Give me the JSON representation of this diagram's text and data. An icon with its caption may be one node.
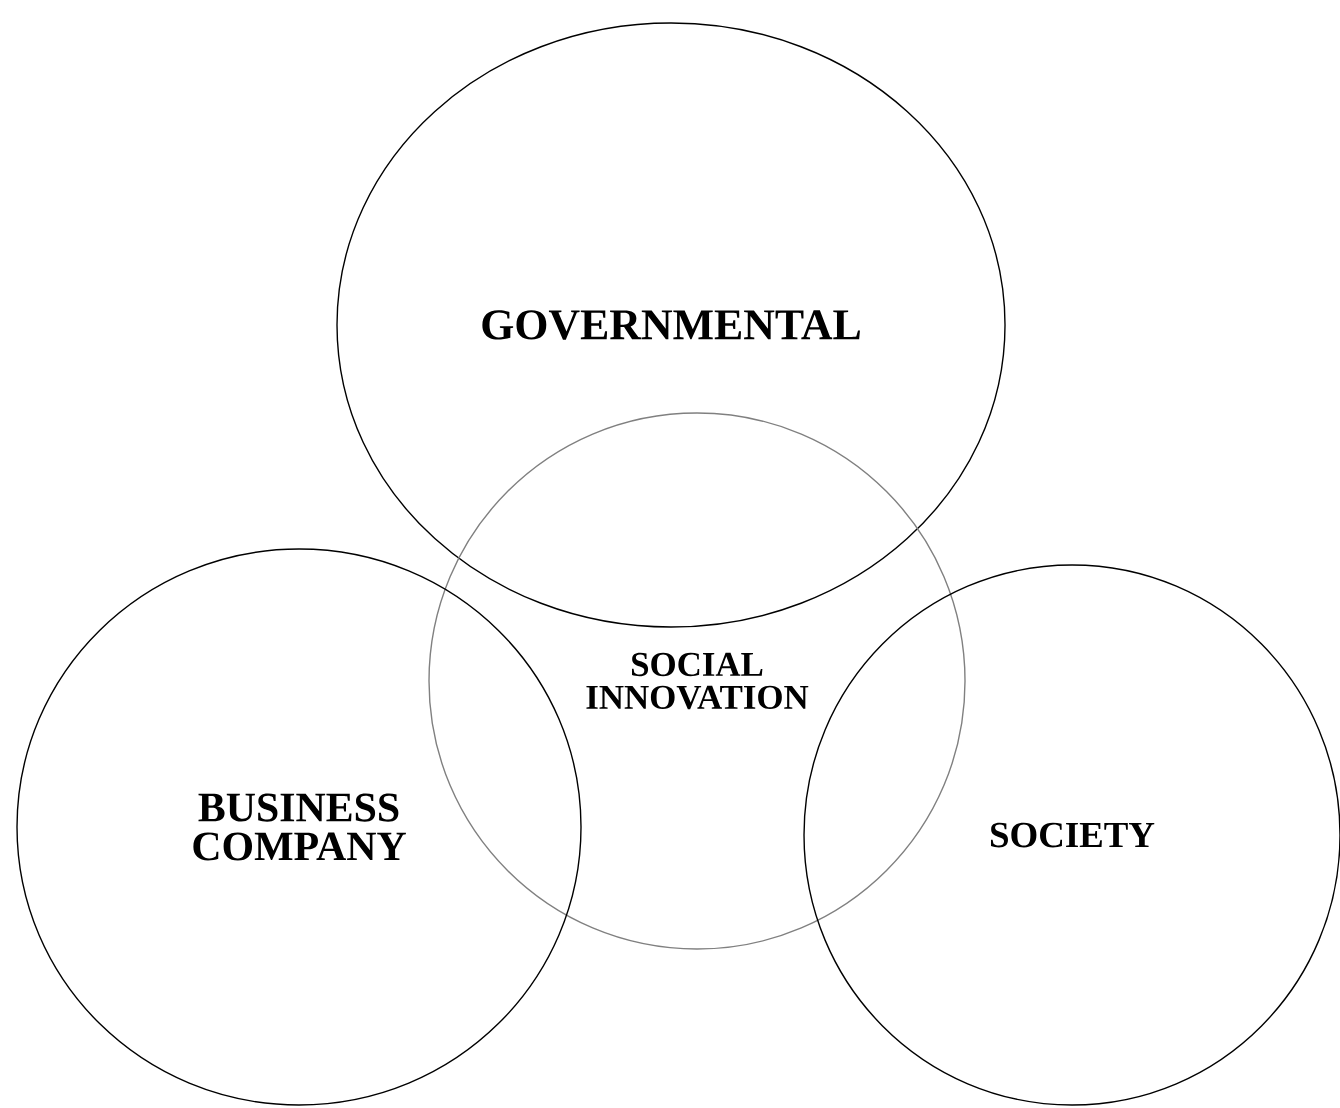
{
  "diagram": {
    "nodes": [
      {
        "text": [
          "GOVERNMENTAL"
        ]
      },
      {
        "text": [
          "SOCIAL INNOVATION"
        ]
      },
      {
        "text": [
          "BUSINESS COMPANY"
        ]
      },
      {
        "text": [
          "SOCIETY"
        ]
      }
    ]
  }
}
